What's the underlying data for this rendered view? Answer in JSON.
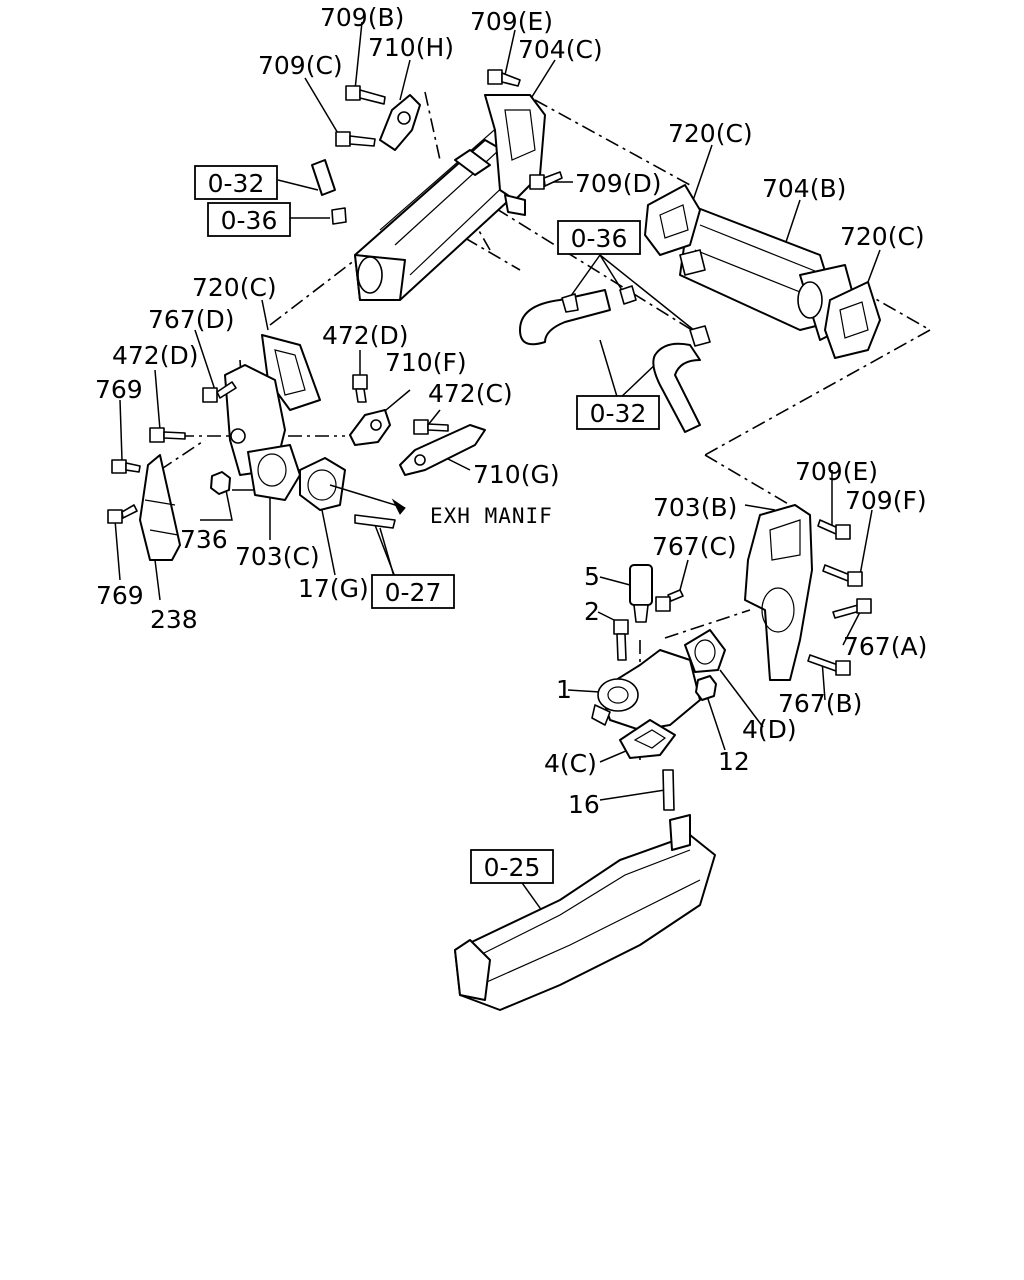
{
  "labels": {
    "l709b_top": "709(B)",
    "l709e_top": "709(E)",
    "l709c": "709(C)",
    "l710h": "710(H)",
    "l704c": "704(C)",
    "l720c_top": "720(C)",
    "l709d": "709(D)",
    "l704b": "704(B)",
    "l720c_right": "720(C)",
    "l720c_left": "720(C)",
    "l767d": "767(D)",
    "l472d_left": "472(D)",
    "l769_top": "769",
    "l472d_mid": "472(D)",
    "l710f": "710(F)",
    "l472c": "472(C)",
    "l710g": "710(G)",
    "l736": "736",
    "l703c": "703(C)",
    "l17g": "17(G)",
    "l769_bottom": "769",
    "l238": "238",
    "l709e_right": "709(E)",
    "l709f": "709(F)",
    "l703b": "703(B)",
    "l767c": "767(C)",
    "l5": "5",
    "l2": "2",
    "l767a": "767(A)",
    "l1": "1",
    "l767b": "767(B)",
    "l4d": "4(D)",
    "l12": "12",
    "l4c": "4(C)",
    "l16": "16",
    "exh_manif": "EXH MANIF"
  },
  "refs": {
    "r032_top": "0-32",
    "r036_top": "0-36",
    "r036_mid": "0-36",
    "r032_mid": "0-32",
    "r027": "0-27",
    "r025": "0-25"
  }
}
